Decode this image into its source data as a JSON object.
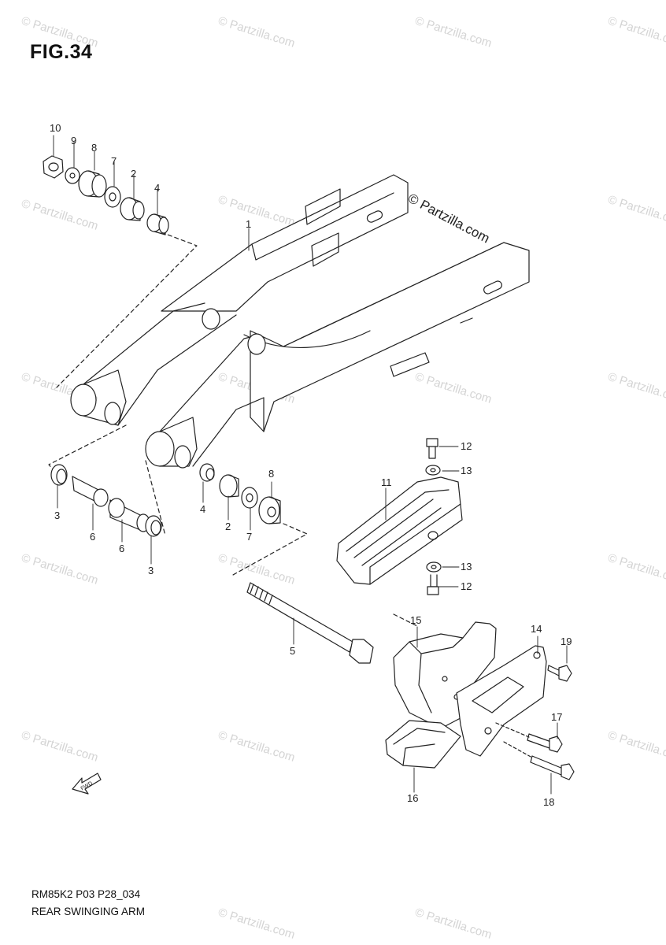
{
  "figure": {
    "title": "FIG.34",
    "footer_code": "RM85K2 P03 P28_034",
    "footer_name": "REAR SWINGING ARM"
  },
  "copyright": "© Partzilla.com",
  "watermark_text": "© Partzilla.com",
  "fwd_arrow_label": "FWD",
  "callouts": [
    "1",
    "2",
    "3",
    "4",
    "5",
    "6",
    "7",
    "8",
    "9",
    "10",
    "11",
    "12",
    "13",
    "14",
    "15",
    "16",
    "17",
    "18",
    "19"
  ],
  "colors": {
    "line": "#222222",
    "watermark": "#d4d4d4",
    "background": "#ffffff"
  }
}
